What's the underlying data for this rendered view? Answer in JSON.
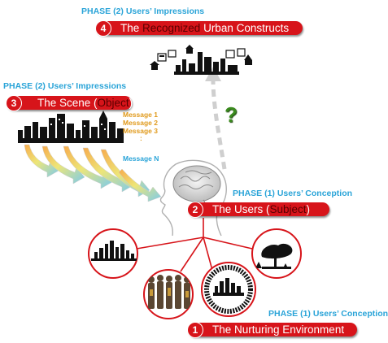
{
  "phase4": {
    "label": "PHASE (2) Users’ Impressions",
    "num": "4",
    "title_pre": "The ",
    "title_hl": "Recognized",
    "title_post": " Urban Constructs"
  },
  "phase3": {
    "label": "PHASE (2) Users’ Impressions",
    "num": "3",
    "title_pre": "The Scene (",
    "title_hl": "Object",
    "title_post": ")"
  },
  "phase2": {
    "label": "PHASE (1) Users’ Conception",
    "num": "2",
    "title_pre": "The Users (",
    "title_hl": "Subject",
    "title_post": ")"
  },
  "phase1": {
    "label": "PHASE (1) Users’ Conception",
    "num": "1",
    "title": "The Nurturing Environment"
  },
  "messages": [
    "Message 1",
    "Message 2",
    "Message 3",
    ":",
    "Message N"
  ],
  "question_mark": "?",
  "colors": {
    "accent_red": "#d7141a",
    "phase_blue": "#2aa4d8",
    "message_orange": "#e09a1c",
    "question_green": "#3a8a1e"
  }
}
